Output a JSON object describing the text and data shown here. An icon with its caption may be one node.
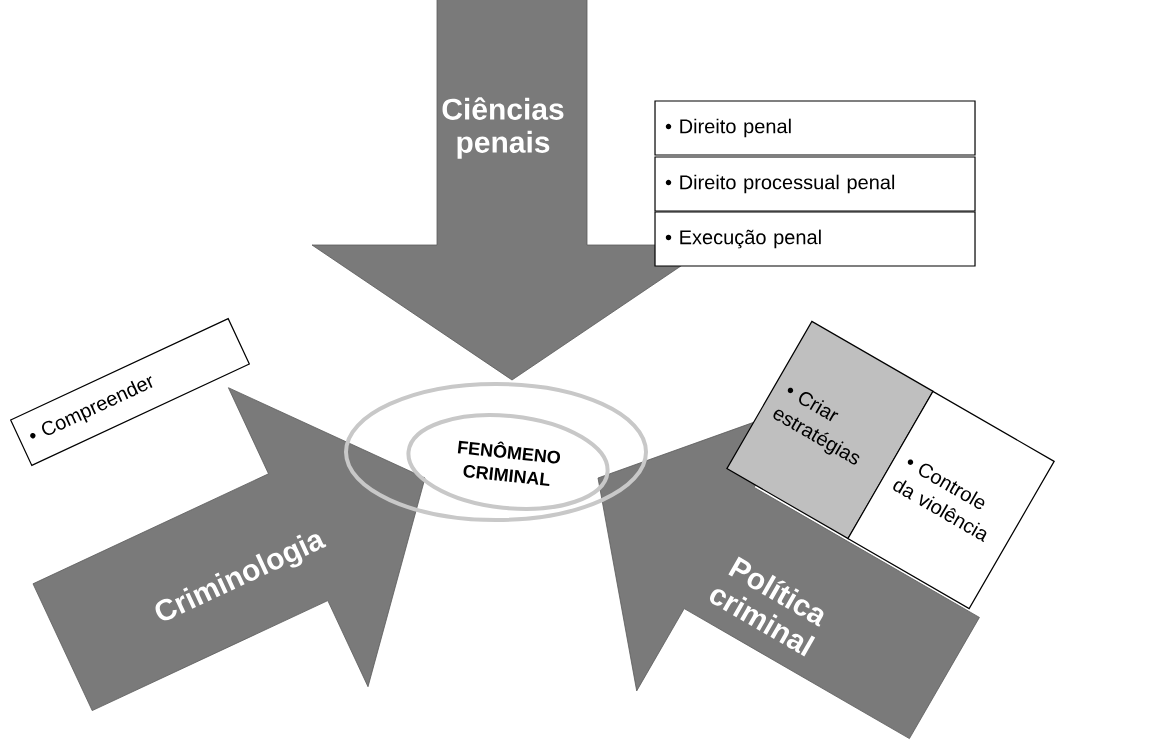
{
  "diagram": {
    "nodes": [
      {
        "text": [
          "Ciências penais"
        ]
      },
      {
        "text": [
          "• Direito penal"
        ]
      },
      {
        "text": [
          "• Direito processual penal"
        ]
      },
      {
        "text": [
          "• Execução penal"
        ]
      },
      {
        "text": [
          "FENÔMENO CRIMINAL"
        ]
      },
      {
        "text": [
          "• Compreender"
        ]
      },
      {
        "text": [
          "Criminologia"
        ]
      },
      {
        "text": [
          "• Criar estratégias"
        ]
      },
      {
        "text": [
          "• Controle da violência"
        ]
      },
      {
        "text": [
          "Política criminal"
        ]
      }
    ]
  }
}
